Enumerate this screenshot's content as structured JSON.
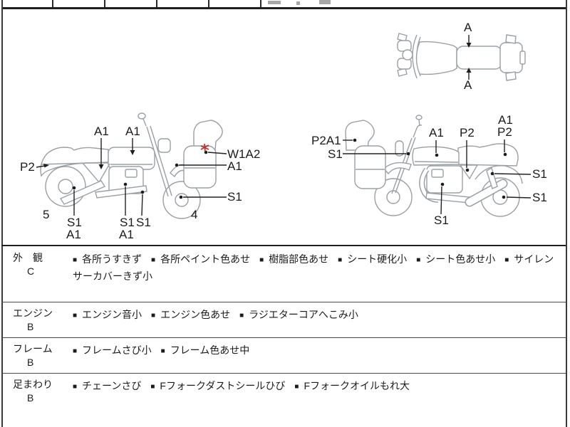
{
  "colors": {
    "outline": "#9aa0a4",
    "leader": "#222222",
    "text": "#1b1b1b",
    "red_mark": "#c62828",
    "border": "#3a3a3a"
  },
  "diagram": {
    "top_view": {
      "labels": [
        "A",
        "A"
      ]
    },
    "left_view": {
      "labels": [
        "P2",
        "A1",
        "A1",
        "W1A2",
        "A1",
        "S1",
        "5",
        "S1",
        "A1",
        "S1",
        "A1",
        "S1",
        "4"
      ]
    },
    "right_view": {
      "labels": [
        "P2A1",
        "S1",
        "A1",
        "P2",
        "A1",
        "P2",
        "S1",
        "S1",
        "S1"
      ]
    }
  },
  "condition_table": {
    "bullet": "■",
    "rows": [
      {
        "category": "外　観",
        "grade": "C",
        "items": [
          "各所うすきず",
          "各所ペイント色あせ",
          "樹脂部色あせ",
          "シート硬化小",
          "シート色あせ小",
          "サイレンサーカバーきず小"
        ]
      },
      {
        "category": "エンジン",
        "grade": "B",
        "items": [
          "エンジン音小",
          "エンジン色あせ",
          "ラジエターコアへこみ小"
        ]
      },
      {
        "category": "フレーム",
        "grade": "B",
        "items": [
          "フレームさび小",
          "フレーム色あせ中"
        ]
      },
      {
        "category": "足まわり",
        "grade": "B",
        "items": [
          "チェーンさび",
          "Fフォークダストシールひび",
          "Fフォークオイルもれ大"
        ]
      }
    ]
  }
}
